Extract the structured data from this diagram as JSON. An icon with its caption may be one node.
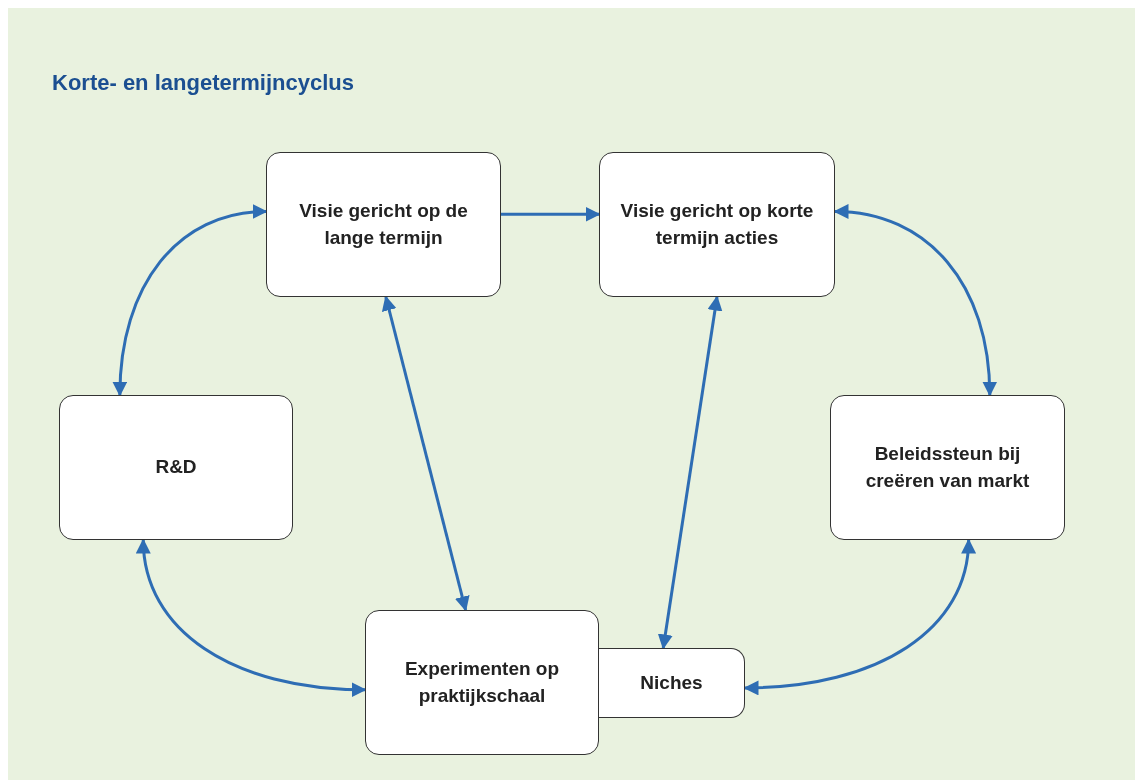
{
  "diagram": {
    "title": "Korte- en langetermijncyclus",
    "nodes": [
      {
        "text": [
          "Visie gericht op de lange termijn"
        ]
      },
      {
        "text": [
          "Visie gericht op korte termijn acties"
        ]
      },
      {
        "text": [
          "R&D"
        ]
      },
      {
        "text": [
          "Beleidssteun bij creëren van markt"
        ]
      },
      {
        "text": [
          "Experimenten op praktijkschaal"
        ]
      },
      {
        "text": [
          "Niches"
        ]
      }
    ],
    "edges": [
      {
        "from": 0,
        "to": 1,
        "arrow": "to"
      },
      {
        "from": 0,
        "to": 2,
        "arrow": "both"
      },
      {
        "from": 1,
        "to": 3,
        "arrow": "both"
      },
      {
        "from": 0,
        "to": 4,
        "arrow": "both"
      },
      {
        "from": 1,
        "to": 5,
        "arrow": "both"
      },
      {
        "from": 2,
        "to": 4,
        "arrow": "both"
      },
      {
        "from": 5,
        "to": 3,
        "arrow": "both"
      }
    ]
  }
}
